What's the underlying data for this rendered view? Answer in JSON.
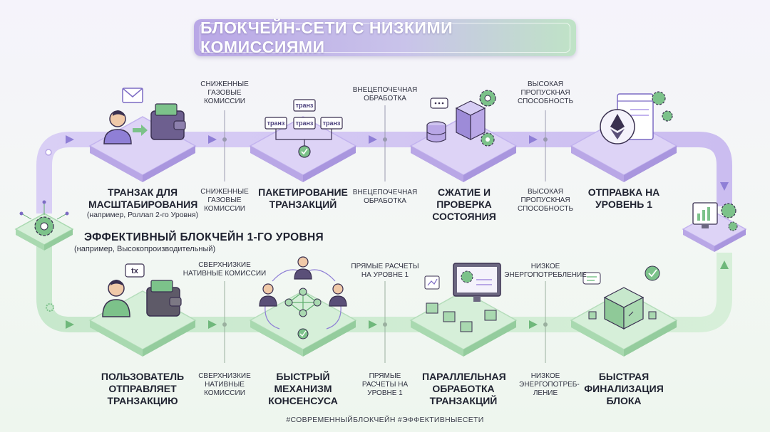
{
  "title": "БЛОКЧЕЙН-СЕТИ С НИЗКИМИ КОМИССИЯМИ",
  "layer2": {
    "steps": [
      {
        "label": "ТРАНЗАК ДЛЯ МАСШТАБИРОВАНИЯ",
        "sub": "(например, Роллап 2-го Уровня)"
      },
      {
        "label": "ПАКЕТИРОВАНИЕ ТРАНЗАКЦИЙ"
      },
      {
        "label": "СЖАТИЕ И ПРОВЕРКА СОСТОЯНИЯ"
      },
      {
        "label": "ОТПРАВКА НА УРОВЕНЬ 1"
      }
    ],
    "benefits_top": [
      "СНИЖЕННЫЕ ГАЗОВЫЕ КОМИССИИ",
      "ВНЕЦЕПОЧЕЧНАЯ ОБРАБОТКА",
      "ВЫСОКАЯ ПРОПУСКНАЯ СПОСОБНОСТЬ"
    ],
    "benefits_bottom": [
      "СНИЖЕННЫЕ ГАЗОВЫЕ КОМИССИИ",
      "ВНЕЦЕПОЧЕЧНАЯ ОБРАБОТКА",
      "ВЫСОКАЯ ПРОПУСКНАЯ СПОСОБНОСТЬ"
    ],
    "tx_tag": "транз"
  },
  "layer1": {
    "title": "ЭФФЕКТИВНЫЙ БЛОКЧЕЙН 1-ГО УРОВНЯ",
    "sub": "(например, Высокопроизводительный)",
    "steps": [
      {
        "label": "ПОЛЬЗОВАТЕЛЬ ОТПРАВЛЯЕТ ТРАНЗАКЦИЮ"
      },
      {
        "label": "БЫСТРЫЙ МЕХАНИЗМ КОНСЕНСУСА"
      },
      {
        "label": "ПАРАЛЛЕЛЬНАЯ ОБРАБОТКА ТРАНЗАКЦИЙ"
      },
      {
        "label": "БЫСТРАЯ ФИНАЛИЗАЦИЯ БЛОКА"
      }
    ],
    "benefits_top": [
      "СВЕРХНИЗКИЕ НАТИВНЫЕ КОМИССИИ",
      "ПРЯМЫЕ РАСЧЕТЫ НА УРОВНЕ 1",
      "НИЗКОЕ ЭНЕРГОПОТРЕБЛЕНИЕ"
    ],
    "benefits_bottom": [
      "СВЕРХНИЗКИЕ НАТИВНЫЕ КОМИССИИ",
      "ПРЯМЫЕ РАСЧЕТЫ НА УРОВНЕ 1",
      "НИЗКОЕ ЭНЕРГОПОТРЕБ-ЛЕНИЕ"
    ],
    "tx_tag": "tx"
  },
  "footer": "#СОВРЕМЕННЫЙБЛОКЧЕЙН #ЭФФЕКТИВНЫЕСЕТИ",
  "colors": {
    "purple": "#b8a8e8",
    "green": "#a9d9b0",
    "accent_purple": "#7c6bc4",
    "accent_green": "#5fae6e"
  }
}
